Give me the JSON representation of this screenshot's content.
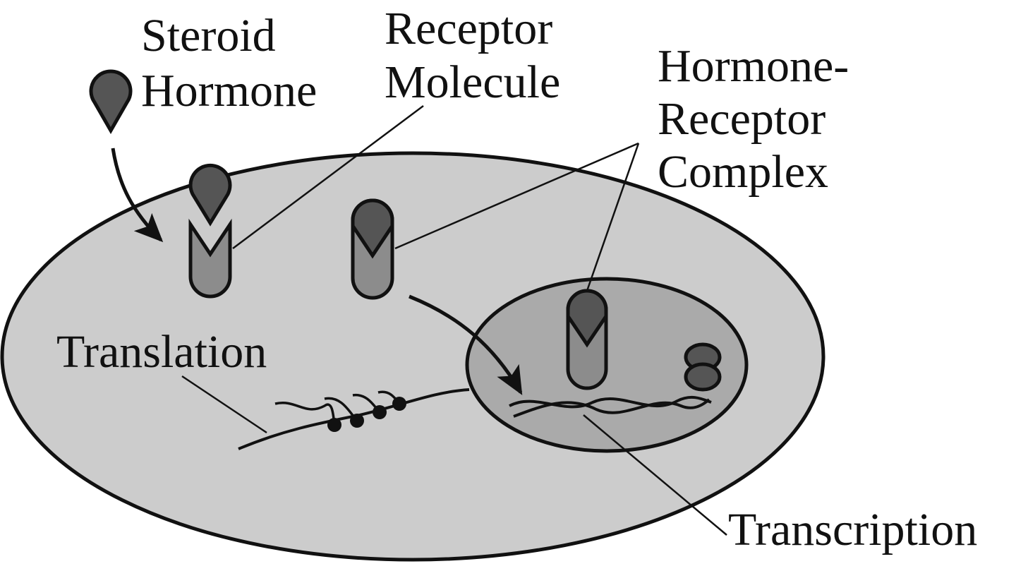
{
  "labels": {
    "steroid_hormone": [
      "Steroid",
      "Hormone"
    ],
    "receptor_molecule": [
      "Receptor",
      "Molecule"
    ],
    "hormone_receptor_complex": [
      "Hormone-",
      "Receptor",
      "Complex"
    ],
    "translation": "Translation",
    "transcription": "Transcription"
  },
  "colors": {
    "cell_fill": "#cccccc",
    "nucleus_fill": "#aaaaaa",
    "hormone_fill": "#555555",
    "receptor_fill": "#8c8c8c",
    "outline": "#111111"
  }
}
